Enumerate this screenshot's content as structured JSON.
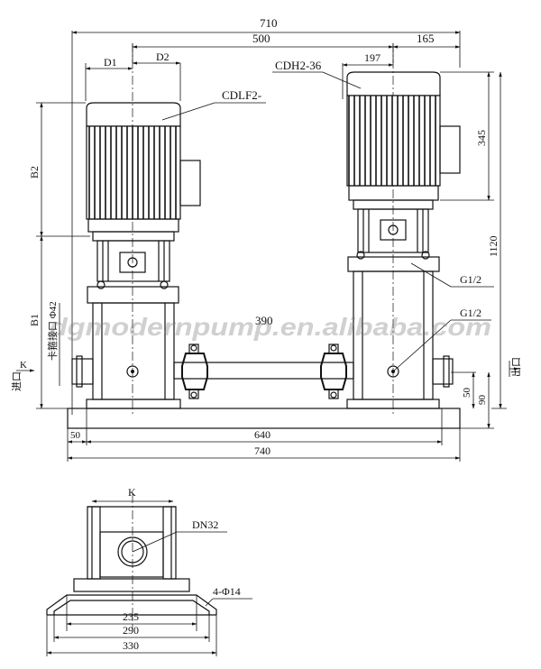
{
  "labels": {
    "model_left": "CDLF2-",
    "model_right": "CDH2-36",
    "g_upper": "G1/2",
    "g_lower": "G1/2",
    "pipe_dn": "DN32",
    "k_side": "K",
    "k_bottom": "K",
    "inlet": "进口",
    "outlet": "出口",
    "clamp_port": "卡箍接口 Φ42",
    "bolt_holes": "4-Φ14"
  },
  "dimensions": {
    "d710": "710",
    "d500": "500",
    "d165": "165",
    "d197": "197",
    "d1": "D1",
    "d2": "D2",
    "d345": "345",
    "d1120": "1120",
    "b2": "B2",
    "b1": "B1",
    "d390": "390",
    "d50_right": "50",
    "d90": "90",
    "d50_bottom": "50",
    "d640": "640",
    "d740": "740",
    "d235": "235",
    "d290": "290",
    "d330": "330"
  },
  "watermark": "dgmodernpump.en.alibaba.com"
}
